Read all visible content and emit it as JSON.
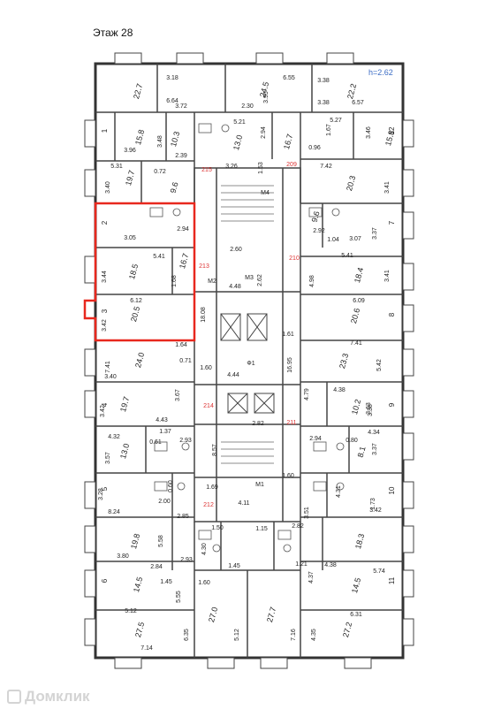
{
  "header": {
    "floor_label": "Этаж 28",
    "ceiling_height": "h=2.62"
  },
  "highlight": {
    "color": "#e8281e"
  },
  "dimension_labels": [
    "3.18",
    "6.64",
    "3.72",
    "3.38",
    "6.55",
    "3.38",
    "6.57",
    "2.30",
    "3.95",
    "5.21",
    "5.27",
    "3.96",
    "3.48",
    "2.39",
    "2.94",
    "1.67",
    "3.46",
    "0.96",
    "5.31",
    "0.72",
    "3.26",
    "1.53",
    "7.42",
    "3.40",
    "3.41",
    "3.05",
    "2.94",
    "2.60",
    "2.92",
    "1.04",
    "3.07",
    "3.37",
    "5.41",
    "3.44",
    "1.68",
    "4.48",
    "2.62",
    "4.98",
    "5.41",
    "3.41",
    "6.12",
    "3.42",
    "18.08",
    "1.61",
    "6.09",
    "1.64",
    "0.71",
    "7.41",
    "3.40",
    "1.60",
    "16.95",
    "5.42",
    "7.41",
    "4.44",
    "4.79",
    "4.38",
    "3.67",
    "3.42",
    "4.43",
    "1.37",
    "2.82",
    "3.63",
    "3.38",
    "4.32",
    "0.61",
    "2.93",
    "2.94",
    "0.80",
    "4.34",
    "3.57",
    "3.37",
    "8.57",
    "1.69",
    "1.60",
    "3.28",
    "0.60",
    "2.00",
    "4.31",
    "8.24",
    "4.11",
    "3.42",
    "1.73",
    "2.85",
    "1.50",
    "1.15",
    "2.82",
    "3.51",
    "5.58",
    "3.80",
    "4.30",
    "2.84",
    "2.93",
    "1.45",
    "4.38",
    "1.45",
    "1.21",
    "4.37",
    "1.60",
    "5.74",
    "5.55",
    "5.12",
    "6.31",
    "6.35",
    "5.12",
    "7.16",
    "4.35",
    "7.14"
  ],
  "area_labels": [
    "22.7",
    "15.8",
    "24.5",
    "22.2",
    "15.8",
    "10.3",
    "13.0",
    "16.7",
    "20.3",
    "19.7",
    "9.6",
    "18.5",
    "16.7",
    "18.4",
    "9.6",
    "20.5",
    "20.6",
    "24.0",
    "23.3",
    "19.7",
    "10.2",
    "8.1",
    "13.0",
    "19.8",
    "18.3",
    "14.5",
    "14.5",
    "27.5",
    "27.0",
    "27.7",
    "27.2"
  ],
  "room_numbers": [
    "1",
    "2",
    "3",
    "4",
    "5",
    "6",
    "7",
    "8",
    "9",
    "10",
    "11",
    "12"
  ],
  "corridor_labels": [
    "215",
    "209",
    "213",
    "210",
    "214",
    "211",
    "212"
  ],
  "core_labels": [
    "M4",
    "M3",
    "M2",
    "M1",
    "Ф1"
  ]
}
